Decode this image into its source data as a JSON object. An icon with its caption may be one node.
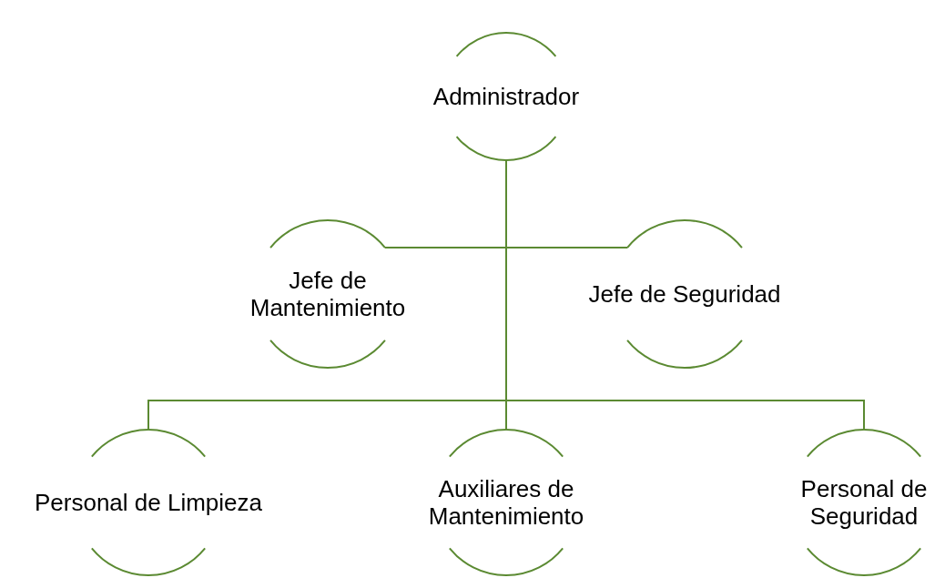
{
  "diagram": {
    "nodes": [
      {
        "text": [
          "Administrador"
        ]
      },
      {
        "text": [
          "Jefe de Mantenimiento"
        ]
      },
      {
        "text": [
          "Jefe de Seguridad"
        ]
      },
      {
        "text": [
          "Personal de Limpieza"
        ]
      },
      {
        "text": [
          "Auxiliares de Mantenimiento"
        ]
      },
      {
        "text": [
          "Personal de Seguridad"
        ]
      }
    ],
    "edges": [
      {
        "from": 0,
        "to": 1,
        "arrow": "none"
      },
      {
        "from": 0,
        "to": 2,
        "arrow": "none"
      },
      {
        "from": 0,
        "to": 3,
        "arrow": "none"
      },
      {
        "from": 0,
        "to": 4,
        "arrow": "none"
      },
      {
        "from": 0,
        "to": 5,
        "arrow": "none"
      }
    ]
  }
}
